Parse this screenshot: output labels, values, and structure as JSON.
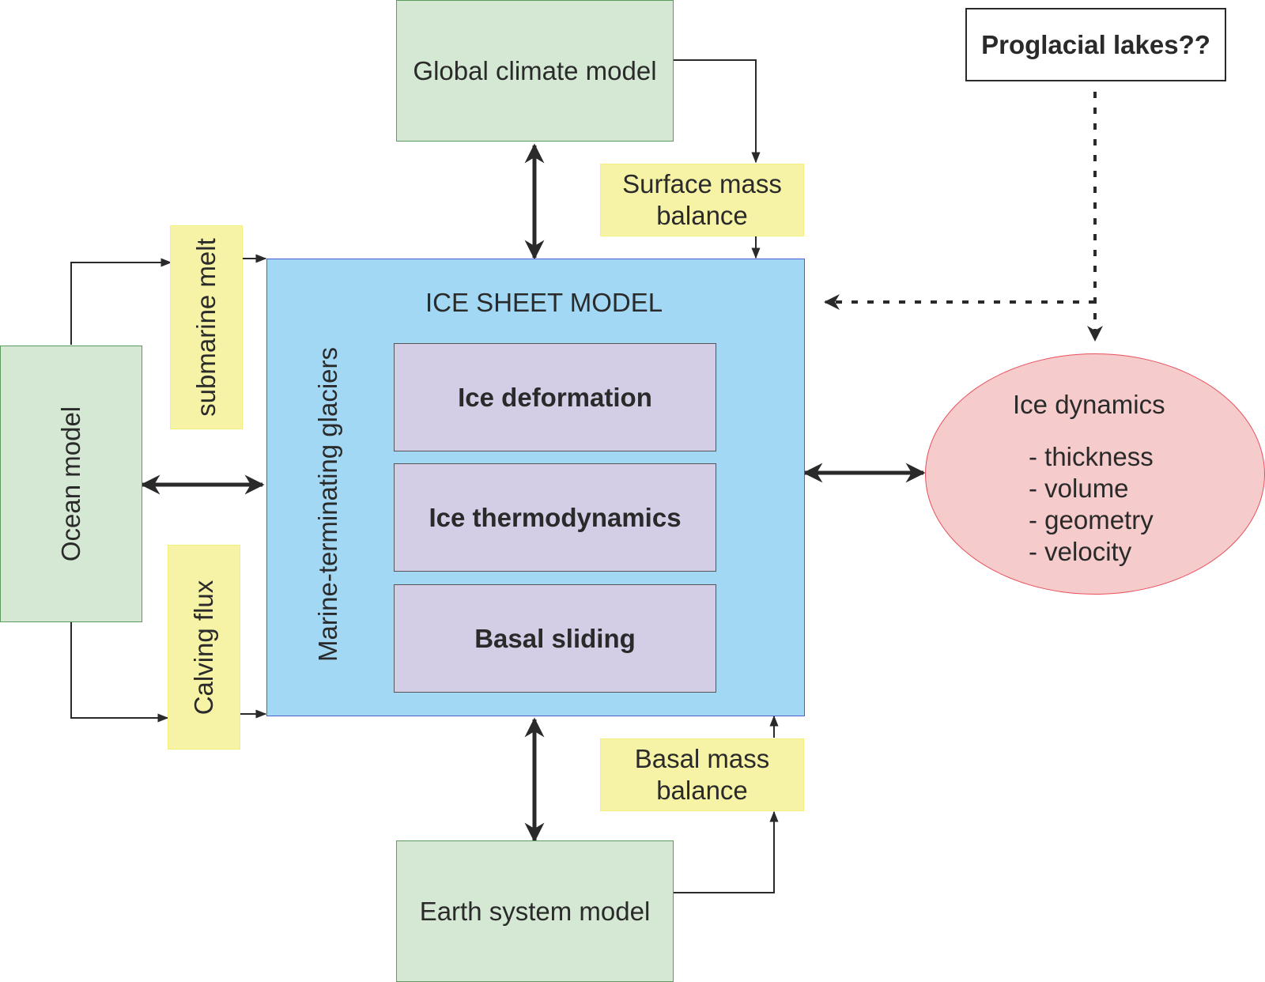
{
  "boxes": {
    "global_climate_model": "Global climate model",
    "surface_mass_balance_line1": "Surface mass",
    "surface_mass_balance_line2": "balance",
    "proglacial_lakes": "Proglacial lakes??",
    "submarine_melt": "submarine melt",
    "ocean_model": "Ocean model",
    "calving_flux": "Calving flux",
    "ice_sheet_model_title": "ICE SHEET MODEL",
    "marine_terminating": "Marine-terminating glaciers",
    "ice_deformation": "Ice deformation",
    "ice_thermodynamics": "Ice thermodynamics",
    "basal_sliding": "Basal sliding",
    "basal_mass_balance_line1": "Basal mass",
    "basal_mass_balance_line2": "balance",
    "earth_system_model": "Earth system model"
  },
  "ice_dynamics": {
    "title": "Ice dynamics",
    "items": [
      "- thickness",
      "- volume",
      "- geometry",
      "- velocity"
    ]
  },
  "colors": {
    "model_green": "#d4e8d4",
    "flux_yellow": "#f6f3a6",
    "ice_sheet_blue": "#a3d8f5",
    "process_purple": "#d3cde6",
    "dynamics_pink": "#f6cbcb",
    "arrow": "#2a2a2a"
  }
}
